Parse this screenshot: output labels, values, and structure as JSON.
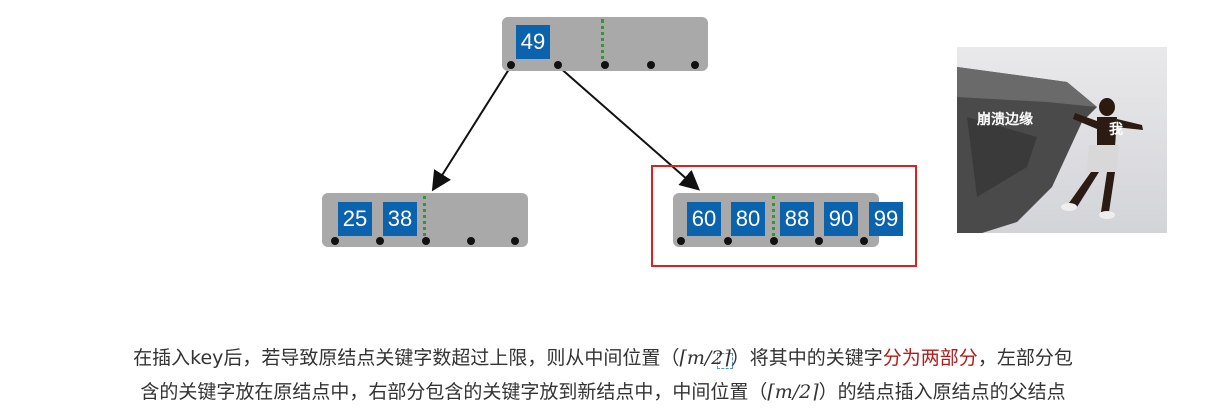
{
  "tree": {
    "root": {
      "keys": [
        "49"
      ]
    },
    "left_child": {
      "keys": [
        "25",
        "38"
      ]
    },
    "right_child": {
      "keys": [
        "60",
        "80",
        "88",
        "90",
        "99"
      ]
    }
  },
  "colors": {
    "key_fill": "#0b62ad",
    "node_fill": "#a9a9a9",
    "highlight": "#e02020",
    "split_marker": "#2e9a2e",
    "emphasis_text": "#b31b1b"
  },
  "meme": {
    "label_edge": "崩溃边缘",
    "label_me": "我"
  },
  "description": {
    "line1_a": "在插入key后，若导致原结点关键字数超过上限，则从中间位置（",
    "line1_math": "⌈m/2⌉",
    "line1_b": "）将其中的关键字",
    "line1_red": "分为两部分",
    "line1_c": "，左部分包",
    "line2_a": "含的关键字放在原结点中，右部分包含的关键字放到新结点中，中间位置（",
    "line2_math": "⌈m/2⌉",
    "line2_b": "）的结点插入原结点的父结点"
  }
}
